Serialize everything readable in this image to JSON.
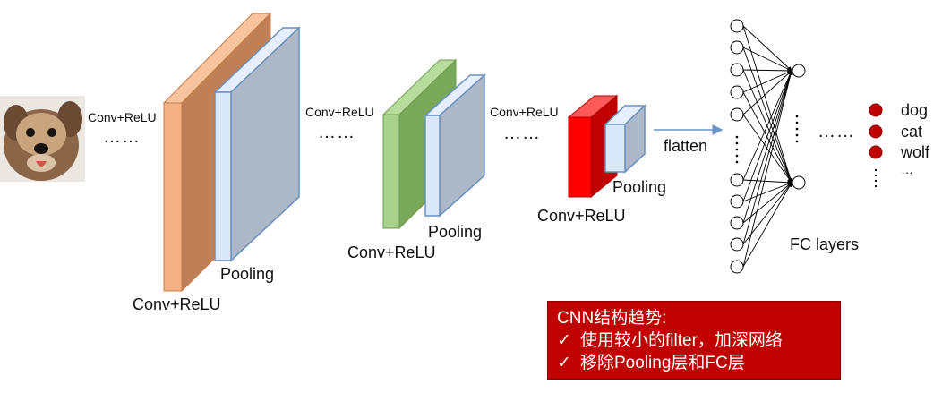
{
  "input_image": {
    "icon": "dog-photo"
  },
  "stages": [
    {
      "conv_label": "Conv+ReLU",
      "pool_label": "Pooling",
      "conv_color": "#f4b183",
      "pool_color": "#dae8fc"
    },
    {
      "conv_label": "Conv+ReLU",
      "pool_label": "Pooling",
      "conv_color": "#a9d18e",
      "pool_color": "#dae8fc"
    },
    {
      "conv_label": "Conv+ReLU",
      "pool_label": "Pooling",
      "conv_color": "#ff0000",
      "pool_color": "#dae8fc"
    }
  ],
  "between_labels": [
    "Conv+ReLU",
    "Conv+ReLU",
    "Conv+ReLU"
  ],
  "ellipsis": "……",
  "flatten_label": "flatten",
  "fc_label": "FC layers",
  "outputs": [
    "dog",
    "cat",
    "wolf",
    "…"
  ],
  "note": {
    "title": "CNN结构趋势:",
    "check": "✓",
    "items": [
      "使用较小的filter，加深网络",
      "移除Pooling层和FC层"
    ],
    "bg_color": "#c00000"
  }
}
